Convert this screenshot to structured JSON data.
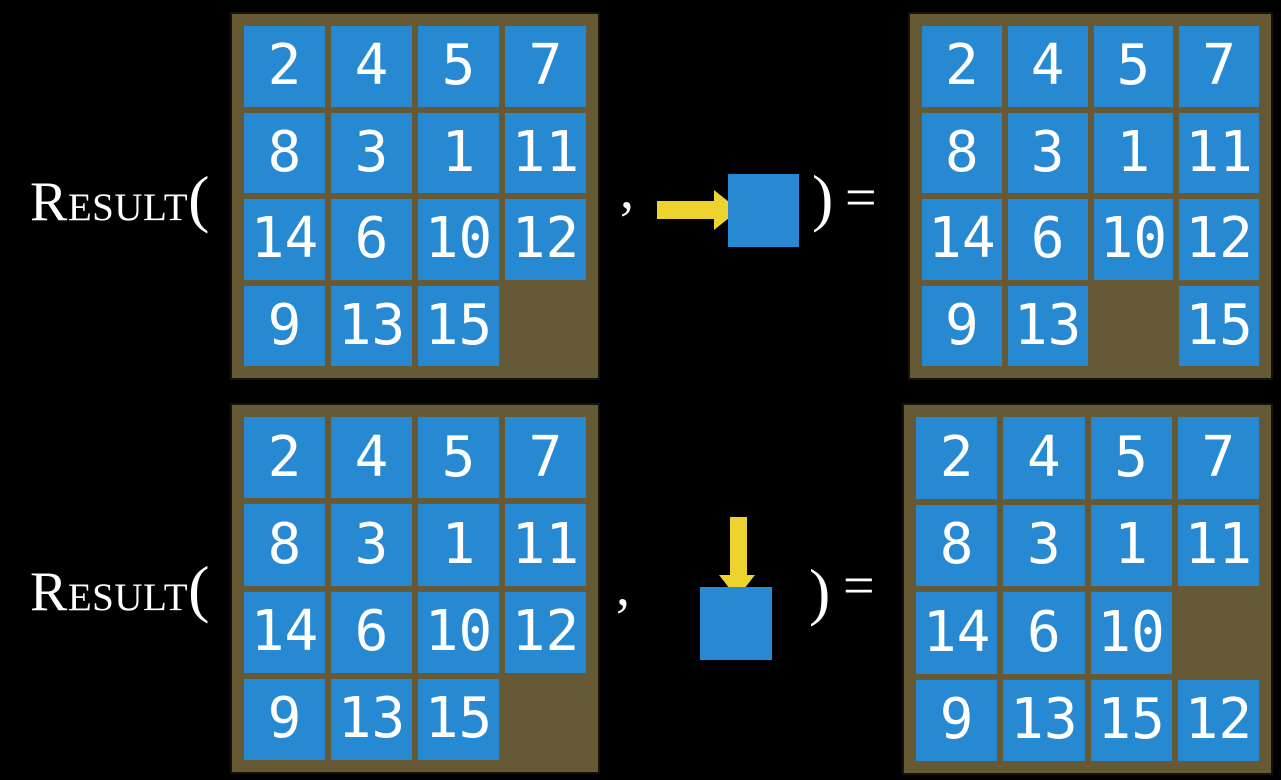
{
  "colors": {
    "background": "#000000",
    "frame_olive": "#665A36",
    "tile_blue": "#2789D1",
    "arrow_yellow": "#EDD32E",
    "text_white": "#FFFFFF"
  },
  "symbols": {
    "open_paren": "(",
    "close_paren": ")",
    "comma": ",",
    "equals": "="
  },
  "rows": [
    {
      "label": "Result",
      "move_icon": "arrow-right",
      "input_grid": [
        [
          "2",
          "4",
          "5",
          "7"
        ],
        [
          "8",
          "3",
          "1",
          "11"
        ],
        [
          "14",
          "6",
          "10",
          "12"
        ],
        [
          "9",
          "13",
          "15",
          ""
        ]
      ],
      "output_grid": [
        [
          "2",
          "4",
          "5",
          "7"
        ],
        [
          "8",
          "3",
          "1",
          "11"
        ],
        [
          "14",
          "6",
          "10",
          "12"
        ],
        [
          "9",
          "13",
          "",
          "15"
        ]
      ]
    },
    {
      "label": "Result",
      "move_icon": "arrow-down",
      "input_grid": [
        [
          "2",
          "4",
          "5",
          "7"
        ],
        [
          "8",
          "3",
          "1",
          "11"
        ],
        [
          "14",
          "6",
          "10",
          "12"
        ],
        [
          "9",
          "13",
          "15",
          ""
        ]
      ],
      "output_grid": [
        [
          "2",
          "4",
          "5",
          "7"
        ],
        [
          "8",
          "3",
          "1",
          "11"
        ],
        [
          "14",
          "6",
          "10",
          ""
        ],
        [
          "9",
          "13",
          "15",
          "12"
        ]
      ]
    }
  ]
}
